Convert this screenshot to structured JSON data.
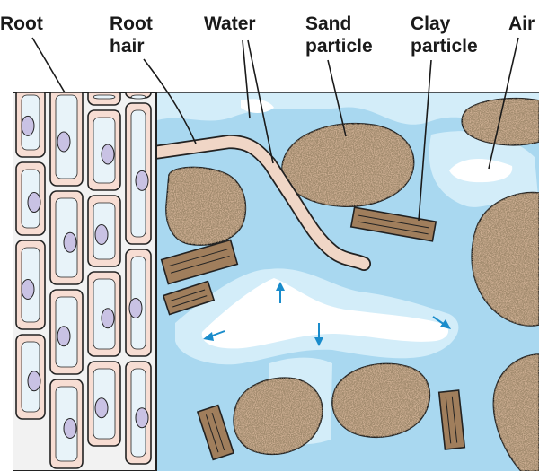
{
  "labels": {
    "root": "Root",
    "root_hair_line1": "Root",
    "root_hair_line2": "hair",
    "water": "Water",
    "sand_line1": "Sand",
    "sand_line2": "particle",
    "clay_line1": "Clay",
    "clay_line2": "particle",
    "air": "Air"
  },
  "colors": {
    "water_dark": "#a9d8f0",
    "water_light": "#d3edf9",
    "air": "#ffffff",
    "sand_fill": "#c9ab8f",
    "root_hair_fill": "#f0d6c6",
    "root_cell_fill": "#f7ddd3",
    "vacuole": "#e8f3f9",
    "nucleus": "#c9c2e4",
    "clay_fill": "#a07e5c",
    "arrow": "#1a8ccb",
    "outline": "#222222"
  }
}
